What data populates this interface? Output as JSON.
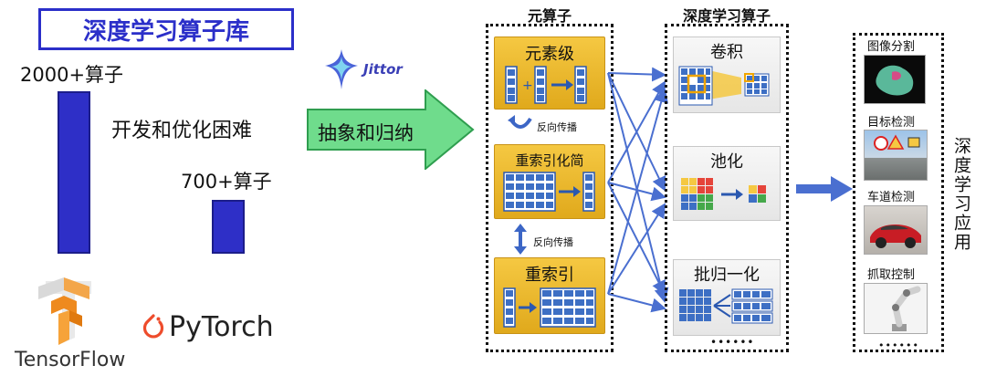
{
  "left": {
    "title": "深度学习算子库",
    "bar1_label": "2000+算子",
    "bar2_label": "700+算子",
    "difficulty": "开发和优化困难",
    "frameworks": {
      "tensorflow": "TensorFlow",
      "pytorch": "PyTorch"
    }
  },
  "jittor": {
    "logo_text": "Jittor"
  },
  "arrow_label": "抽象和归纳",
  "meta_ops": {
    "title": "元算子",
    "cards": [
      "元素级",
      "重索引化简",
      "重索引"
    ],
    "backprop1": "反向传播",
    "backprop2": "反向传播"
  },
  "dl_ops": {
    "title": "深度学习算子",
    "cards": [
      "卷积",
      "池化",
      "批归一化"
    ],
    "ellipsis": "••••••"
  },
  "apps": {
    "title": "深度学习应用",
    "items": [
      "图像分割",
      "目标检测",
      "车道检测",
      "抓取控制"
    ],
    "ellipsis": "••••••"
  },
  "colors": {
    "accent_blue": "#2e2fc7",
    "arrow_green": "#6fdc8c",
    "grid_blue": "#3d6fc4",
    "card_yellow": "#f2bd35"
  }
}
